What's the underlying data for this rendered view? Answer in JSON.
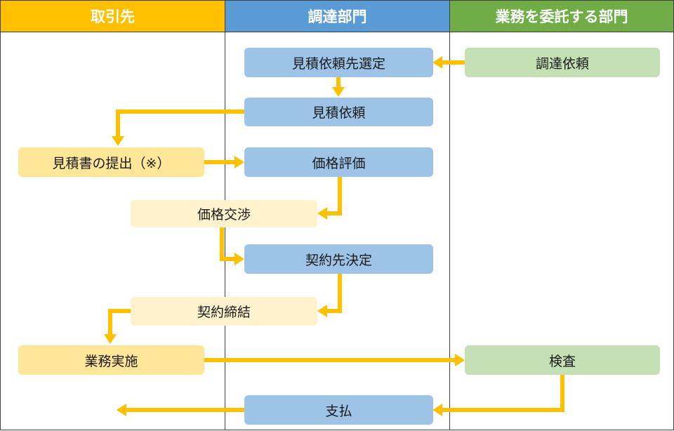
{
  "lanes": {
    "supplier": "取引先",
    "procurement": "調達部門",
    "requester": "業務を委託する部門"
  },
  "colors": {
    "supplier_header": "#ffc000",
    "procurement_header": "#5b9bd5",
    "requester_header": "#70ad47",
    "arrow": "#ffc000"
  },
  "boxes": {
    "request": "調達依頼",
    "select_vendor": "見積依頼先選定",
    "quote_request": "見積依頼",
    "submit_quote": "見積書の提出（※）",
    "price_eval": "価格評価",
    "negotiation": "価格交渉",
    "decide_vendor": "契約先決定",
    "contract": "契約締結",
    "execution": "業務実施",
    "inspection": "検査",
    "payment": "支払"
  }
}
